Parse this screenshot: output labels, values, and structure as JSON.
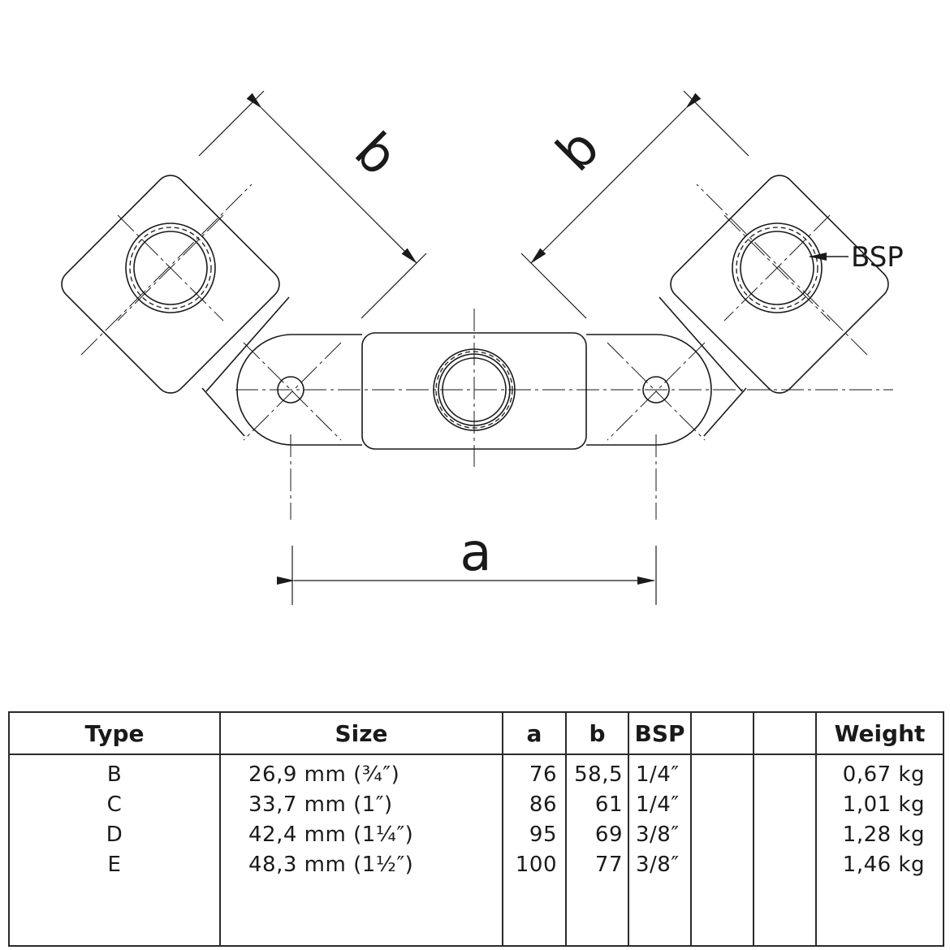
{
  "drawing": {
    "labels": {
      "a": "a",
      "b_left": "b",
      "b_right": "b",
      "bsp": "BSP"
    }
  },
  "table": {
    "headers": {
      "type": "Type",
      "size": "Size",
      "a": "a",
      "b": "b",
      "bsp": "BSP",
      "blank1": "",
      "blank2": "",
      "weight": "Weight"
    },
    "rows": [
      {
        "type": "B",
        "size": "26,9 mm (¾″)",
        "a": "76",
        "b": "58,5",
        "bsp": "1/4″",
        "weight": "0,67 kg"
      },
      {
        "type": "C",
        "size": "33,7 mm (1″)",
        "a": "86",
        "b": "61",
        "bsp": "1/4″",
        "weight": "1,01 kg"
      },
      {
        "type": "D",
        "size": "42,4 mm (1¼″)",
        "a": "95",
        "b": "69",
        "bsp": "3/8″",
        "weight": "1,28 kg"
      },
      {
        "type": "E",
        "size": "48,3 mm (1½″)",
        "a": "100",
        "b": "77",
        "bsp": "3/8″",
        "weight": "1,46 kg"
      }
    ]
  }
}
